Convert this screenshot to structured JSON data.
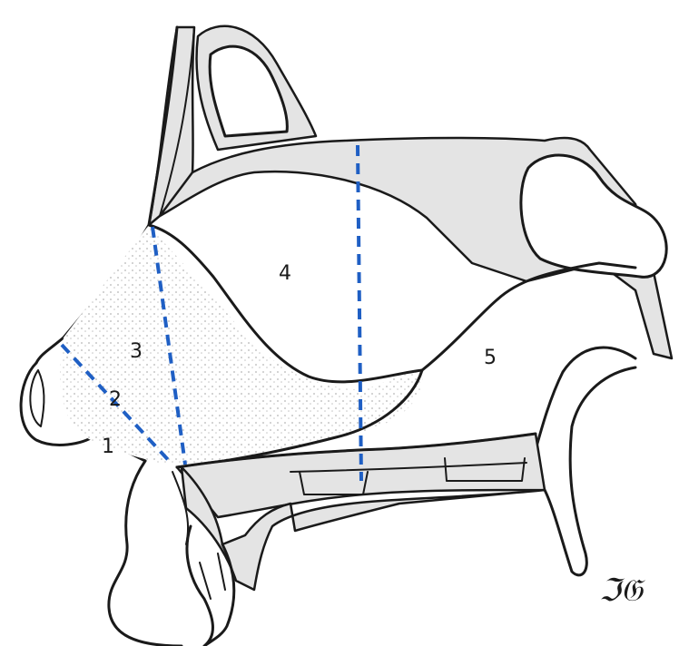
{
  "diagram": {
    "region_labels": [
      "1",
      "2",
      "3",
      "4",
      "5"
    ],
    "signature": "ℑ𝔊",
    "colors": {
      "outline": "#1a1a1a",
      "bone_fill": "#e4e4e4",
      "dashed_lines": "#1f5fc4"
    }
  }
}
